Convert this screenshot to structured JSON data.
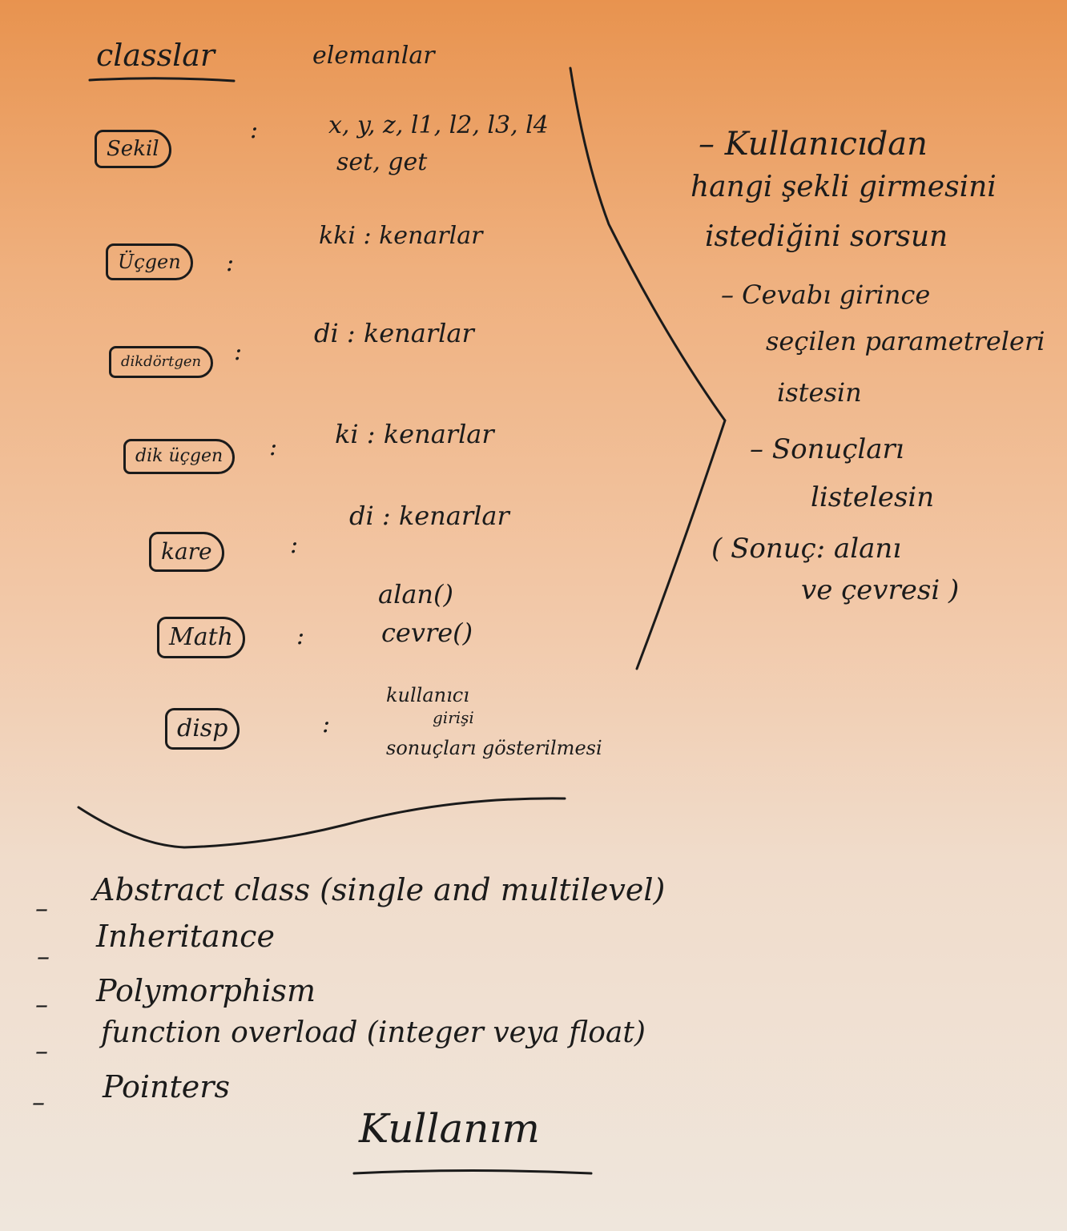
{
  "headers": {
    "classes": "classlar",
    "elements": "elemanlar"
  },
  "classes": [
    {
      "name": "Sekil",
      "separator": ":",
      "elements": [
        "x, y, z, l1, l2, l3, l4",
        "set, get"
      ]
    },
    {
      "name": "Üçgen",
      "separator": ":",
      "elements": [
        "kki : kenarlar"
      ]
    },
    {
      "name": "dikdörtgen",
      "separator": ":",
      "elements": [
        "di : kenarlar"
      ]
    },
    {
      "name": "dik üçgen",
      "separator": ":",
      "elements": [
        "ki : kenarlar"
      ]
    },
    {
      "name": "kare",
      "separator": ":",
      "elements": [
        "di : kenarlar"
      ]
    },
    {
      "name": "Math",
      "separator": ":",
      "elements": [
        "alan()",
        "cevre()"
      ]
    },
    {
      "name": "disp",
      "separator": ":",
      "elements": [
        "kullanıcı",
        "girişi",
        "sonuçları gösterilmesi"
      ]
    }
  ],
  "right_notes": [
    "– Kullanıcıdan",
    "hangi şekli girmesini",
    "istediğini sorsun",
    "– Cevabı girince",
    "seçilen parametreleri",
    "istesin",
    "– Sonuçları",
    "listelesin",
    "( Sonuç: alanı",
    "ve çevresi )"
  ],
  "topics": [
    {
      "bullet": "–",
      "text": "Abstract class (single and multilevel)"
    },
    {
      "bullet": "–",
      "text": "Inheritance"
    },
    {
      "bullet": "–",
      "text": "Polymorphism"
    },
    {
      "bullet": "–",
      "text": "function overload (integer veya float)"
    },
    {
      "bullet": "–",
      "text": "Pointers"
    }
  ],
  "footer": "Kullanım"
}
